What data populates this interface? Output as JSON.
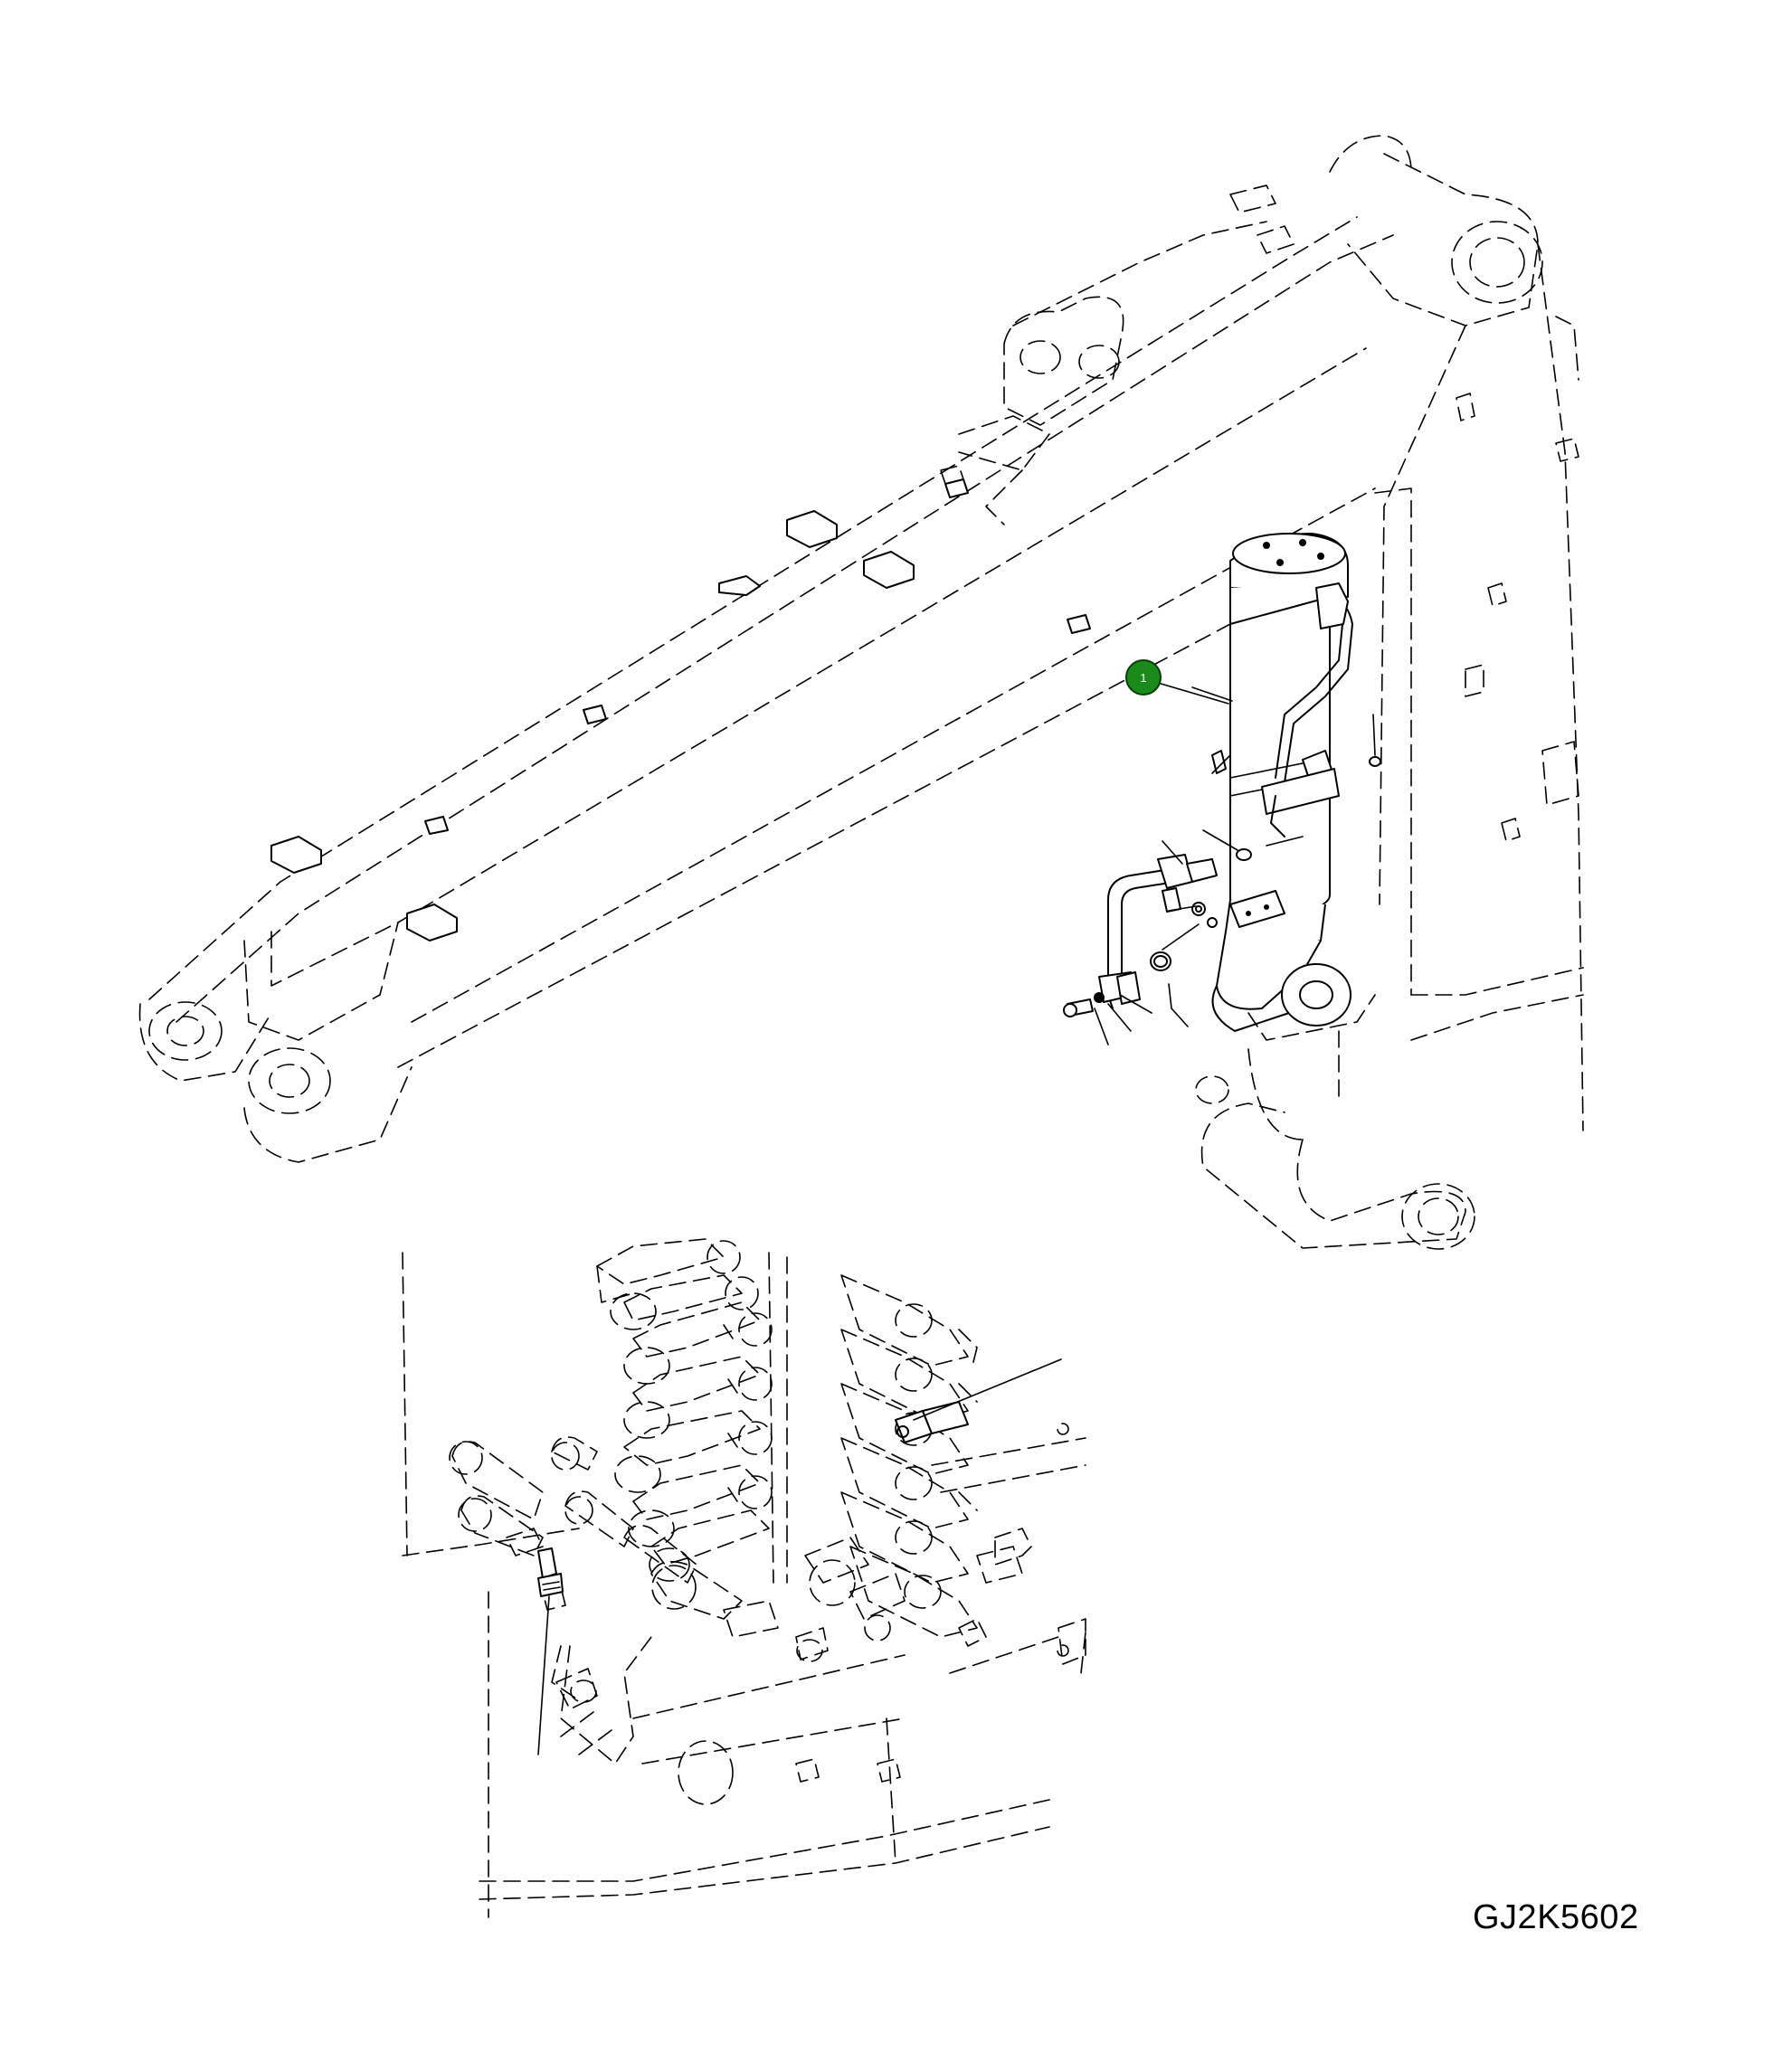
{
  "drawing": {
    "code": "GJ2K5602",
    "callouts": [
      {
        "number": "1",
        "color": "#1a8a1a",
        "target": "hydraulic-cylinder"
      }
    ]
  },
  "icons": {
    "callout": "numbered-callout-circle"
  }
}
